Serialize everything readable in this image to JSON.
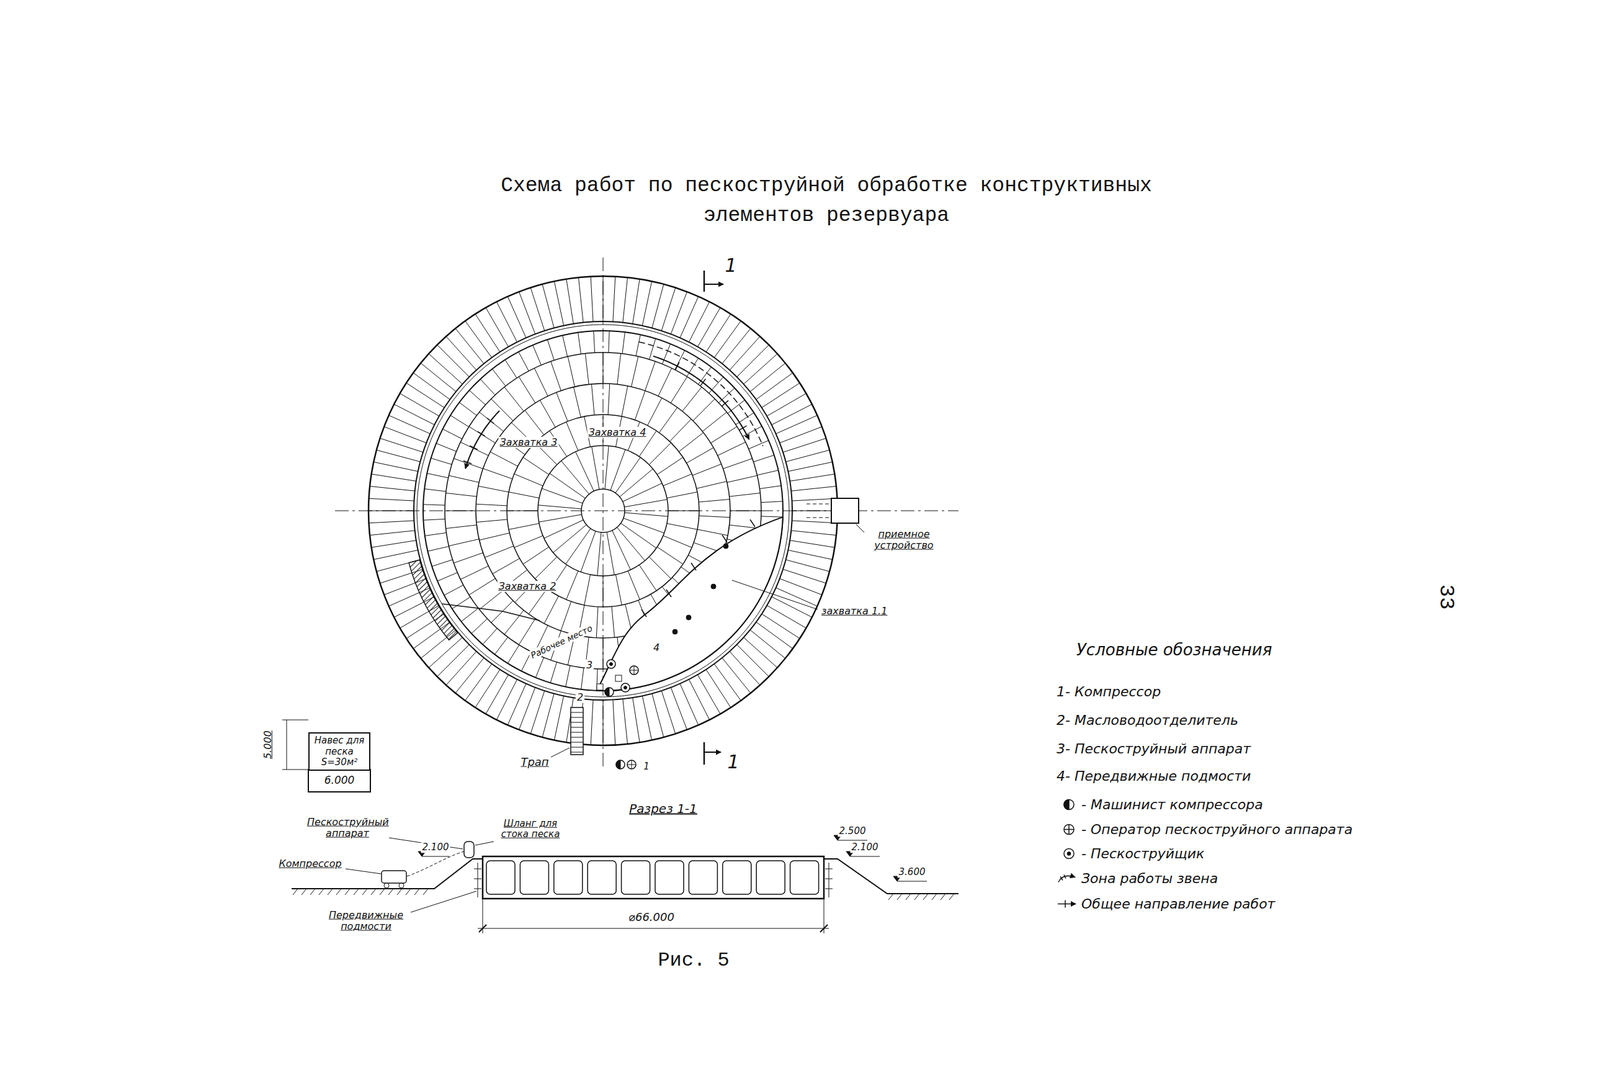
{
  "diagram": {
    "title": "Схема работ по пескоструйной обработке конструктивных элементов резервуара",
    "caption": "Рис. 5",
    "nodes": [
      {
        "text": [
          "Навес для песка S=30м²"
        ]
      }
    ],
    "labels": [
      "1",
      "Захватка 4",
      "Захватка 3",
      "приемное устройство",
      "Захватка 2",
      "33",
      "захватка 1.1",
      "Рабочее место",
      "4",
      "3",
      "2",
      "5.000",
      "Трап",
      "1",
      "1",
      "6.000",
      "Разрез 1-1",
      "Пескоструйный аппарат",
      "Шланг для стока песка",
      "2.500",
      "2.100",
      "2.100",
      "Компрессор",
      "3.600",
      "⌀66.000",
      "Передвижные подмости",
      "Условные обозначения"
    ],
    "legend": [
      {
        "text": "1- Компрессор"
      },
      {
        "text": "2- Масловодоотделитель"
      },
      {
        "text": "3- Пескоструйный аппарат"
      },
      {
        "text": "4- Передвижные подмости"
      },
      {
        "text": "- Машинист компрессора"
      },
      {
        "text": "- Оператор пескоструйного аппарата"
      },
      {
        "text": "- Пескоструйщик"
      },
      {
        "text": "Зона работы звена"
      },
      {
        "text": "Общее направление работ"
      }
    ]
  }
}
